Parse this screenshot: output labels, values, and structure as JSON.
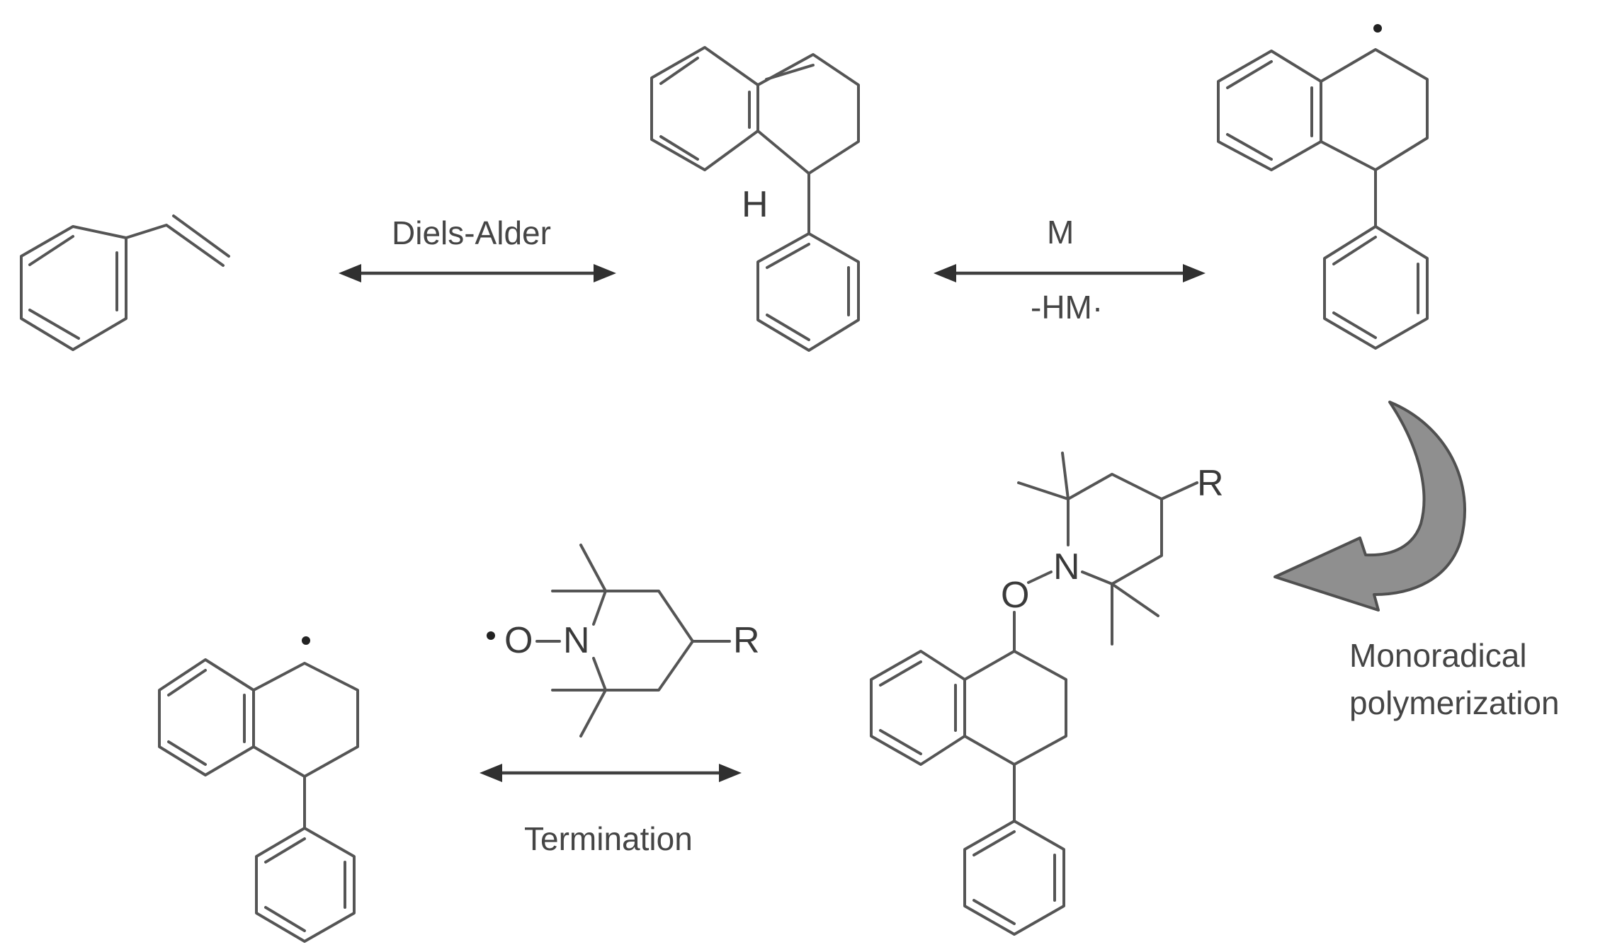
{
  "labels": {
    "diels_alder": "Diels-Alder",
    "m": "M",
    "hm_radical": "-HM·",
    "monoradical_line1": "Monoradical",
    "monoradical_line2": "polymerization",
    "termination": "Termination"
  },
  "atoms": {
    "hydrogen": "H",
    "nitrogen_free": "N",
    "oxygen_free": "O",
    "r_free": "R",
    "nitrogen_adduct": "N",
    "oxygen_adduct": "O",
    "r_adduct": "R"
  },
  "colors": {
    "bonds": "#555555",
    "arrows": "#303030",
    "curved_arrow_fill": "#8f8f8f",
    "curved_arrow_edge": "#505050"
  }
}
